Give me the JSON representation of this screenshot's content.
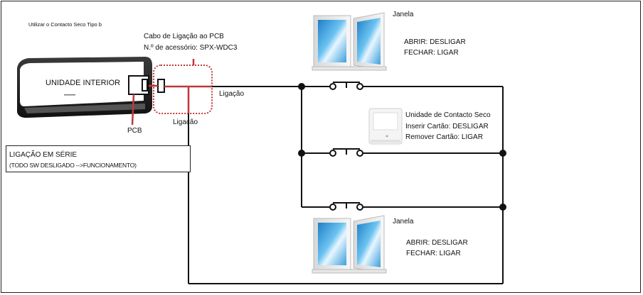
{
  "header_note": "Utilizar o Contacto Seco Tipo b",
  "cable": {
    "title": "Cabo de Ligação ao PCB",
    "accessory": "N.º de acessório: SPX-WDC3"
  },
  "indoor_unit": {
    "label": "UNIDADE INTERIOR"
  },
  "pcb_label": "PCB",
  "connection_labels": {
    "right": "Ligação",
    "bottom": "Ligação"
  },
  "series_box": {
    "line1": "LIGAÇÃO EM SÉRIE",
    "line2": "(TODO SW DESLIGADO -->FUNCIONAMENTO)"
  },
  "window_top": {
    "title": "Janela",
    "open": "ABRIR: DESLIGAR",
    "close": "FECHAR: LIGAR"
  },
  "dry_contact": {
    "title": "Unidade de Contacto Seco",
    "insert": "Inserir Cartão: DESLIGAR",
    "remove": "Remover Cartão: LIGAR"
  },
  "window_bottom": {
    "title": "Janela",
    "open": "ABRIR: DESLIGAR",
    "close": "FECHAR: LIGAR"
  },
  "colors": {
    "cable_red": "#c0383a",
    "line": "#111111",
    "sky": "#4aa8e0"
  }
}
